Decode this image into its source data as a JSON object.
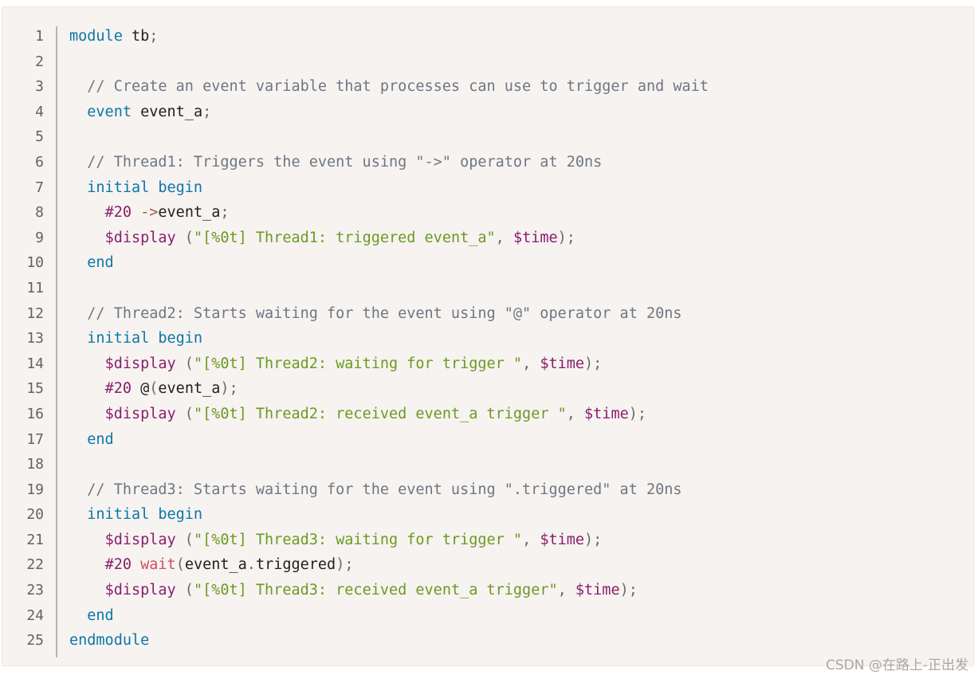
{
  "editor": {
    "lines": [
      {
        "n": "1",
        "segs": [
          {
            "t": "module",
            "c": "kw"
          },
          {
            "t": " tb",
            "c": ""
          },
          {
            "t": ";",
            "c": "pn"
          }
        ]
      },
      {
        "n": "2",
        "segs": []
      },
      {
        "n": "3",
        "segs": [
          {
            "t": "  // Create an event variable that processes can use to trigger and wait",
            "c": "cm"
          }
        ]
      },
      {
        "n": "4",
        "segs": [
          {
            "t": "  ",
            "c": ""
          },
          {
            "t": "event",
            "c": "kw"
          },
          {
            "t": " event_a",
            "c": ""
          },
          {
            "t": ";",
            "c": "pn"
          }
        ]
      },
      {
        "n": "5",
        "segs": []
      },
      {
        "n": "6",
        "segs": [
          {
            "t": "  // Thread1: Triggers the event using \"->\" operator at 20ns",
            "c": "cm"
          }
        ]
      },
      {
        "n": "7",
        "segs": [
          {
            "t": "  ",
            "c": ""
          },
          {
            "t": "initial begin",
            "c": "kw"
          }
        ]
      },
      {
        "n": "8",
        "segs": [
          {
            "t": "    ",
            "c": ""
          },
          {
            "t": "#20",
            "c": "nm"
          },
          {
            "t": " ",
            "c": ""
          },
          {
            "t": "->",
            "c": "op"
          },
          {
            "t": "event_a",
            "c": ""
          },
          {
            "t": ";",
            "c": "pn"
          }
        ]
      },
      {
        "n": "9",
        "segs": [
          {
            "t": "    ",
            "c": ""
          },
          {
            "t": "$display",
            "c": "sys"
          },
          {
            "t": " (",
            "c": "pn"
          },
          {
            "t": "\"[%0t] Thread1: triggered event_a\"",
            "c": "st"
          },
          {
            "t": ", ",
            "c": "pn"
          },
          {
            "t": "$time",
            "c": "sys"
          },
          {
            "t": ");",
            "c": "pn"
          }
        ]
      },
      {
        "n": "10",
        "segs": [
          {
            "t": "  ",
            "c": ""
          },
          {
            "t": "end",
            "c": "kw"
          }
        ]
      },
      {
        "n": "11",
        "segs": []
      },
      {
        "n": "12",
        "segs": [
          {
            "t": "  // Thread2: Starts waiting for the event using \"@\" operator at 20ns",
            "c": "cm"
          }
        ]
      },
      {
        "n": "13",
        "segs": [
          {
            "t": "  ",
            "c": ""
          },
          {
            "t": "initial begin",
            "c": "kw"
          }
        ]
      },
      {
        "n": "14",
        "segs": [
          {
            "t": "    ",
            "c": ""
          },
          {
            "t": "$display",
            "c": "sys"
          },
          {
            "t": " (",
            "c": "pn"
          },
          {
            "t": "\"[%0t] Thread2: waiting for trigger \"",
            "c": "st"
          },
          {
            "t": ", ",
            "c": "pn"
          },
          {
            "t": "$time",
            "c": "sys"
          },
          {
            "t": ");",
            "c": "pn"
          }
        ]
      },
      {
        "n": "15",
        "segs": [
          {
            "t": "    ",
            "c": ""
          },
          {
            "t": "#20",
            "c": "nm"
          },
          {
            "t": " @",
            "c": ""
          },
          {
            "t": "(",
            "c": "pn"
          },
          {
            "t": "event_a",
            "c": ""
          },
          {
            "t": ");",
            "c": "pn"
          }
        ]
      },
      {
        "n": "16",
        "segs": [
          {
            "t": "    ",
            "c": ""
          },
          {
            "t": "$display",
            "c": "sys"
          },
          {
            "t": " (",
            "c": "pn"
          },
          {
            "t": "\"[%0t] Thread2: received event_a trigger \"",
            "c": "st"
          },
          {
            "t": ", ",
            "c": "pn"
          },
          {
            "t": "$time",
            "c": "sys"
          },
          {
            "t": ");",
            "c": "pn"
          }
        ]
      },
      {
        "n": "17",
        "segs": [
          {
            "t": "  ",
            "c": ""
          },
          {
            "t": "end",
            "c": "kw"
          }
        ]
      },
      {
        "n": "18",
        "segs": []
      },
      {
        "n": "19",
        "segs": [
          {
            "t": "  // Thread3: Starts waiting for the event using \".triggered\" at 20ns",
            "c": "cm"
          }
        ]
      },
      {
        "n": "20",
        "segs": [
          {
            "t": "  ",
            "c": ""
          },
          {
            "t": "initial begin",
            "c": "kw"
          }
        ]
      },
      {
        "n": "21",
        "segs": [
          {
            "t": "    ",
            "c": ""
          },
          {
            "t": "$display",
            "c": "sys"
          },
          {
            "t": " (",
            "c": "pn"
          },
          {
            "t": "\"[%0t] Thread3: waiting for trigger \"",
            "c": "st"
          },
          {
            "t": ", ",
            "c": "pn"
          },
          {
            "t": "$time",
            "c": "sys"
          },
          {
            "t": ");",
            "c": "pn"
          }
        ]
      },
      {
        "n": "22",
        "segs": [
          {
            "t": "    ",
            "c": ""
          },
          {
            "t": "#20",
            "c": "nm"
          },
          {
            "t": " ",
            "c": ""
          },
          {
            "t": "wait",
            "c": "fn"
          },
          {
            "t": "(",
            "c": "pn"
          },
          {
            "t": "event_a",
            "c": ""
          },
          {
            "t": ".",
            "c": "pn"
          },
          {
            "t": "triggered",
            "c": ""
          },
          {
            "t": ");",
            "c": "pn"
          }
        ]
      },
      {
        "n": "23",
        "segs": [
          {
            "t": "    ",
            "c": ""
          },
          {
            "t": "$display",
            "c": "sys"
          },
          {
            "t": " (",
            "c": "pn"
          },
          {
            "t": "\"[%0t] Thread3: received event_a trigger\"",
            "c": "st"
          },
          {
            "t": ", ",
            "c": "pn"
          },
          {
            "t": "$time",
            "c": "sys"
          },
          {
            "t": ");",
            "c": "pn"
          }
        ]
      },
      {
        "n": "24",
        "segs": [
          {
            "t": "  ",
            "c": ""
          },
          {
            "t": "end",
            "c": "kw"
          }
        ]
      },
      {
        "n": "25",
        "segs": [
          {
            "t": "endmodule",
            "c": "kw"
          }
        ]
      }
    ]
  },
  "watermark": "CSDN @在路上-正出发"
}
